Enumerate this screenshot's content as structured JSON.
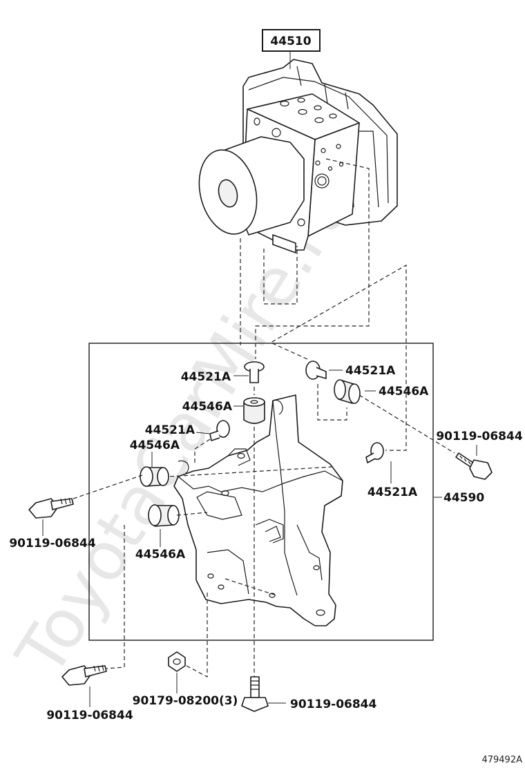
{
  "watermark": "ToyotaCarMire.ru",
  "diagram_id": "479492A",
  "labels": {
    "actuator": "44510",
    "bracket_assy": "44590",
    "cushion_top_a": "44521A",
    "cushion_top_b": "44521A",
    "cushion_mid": "44521A",
    "cushion_right": "44521A",
    "spacer_top": "44546A",
    "spacer_right": "44546A",
    "spacer_left": "44546A",
    "spacer_bottom": "44546A",
    "bolt_right": "90119-06844",
    "bolt_left": "90119-06844",
    "bolt_bottom_left": "90119-06844",
    "bolt_bottom_center": "90119-06844",
    "nut_bottom": "90179-08200(3)"
  }
}
